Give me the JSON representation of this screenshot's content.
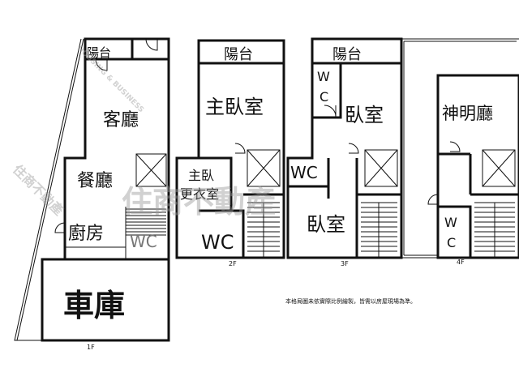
{
  "floors": [
    {
      "label": "1F",
      "rooms": {
        "balcony": "陽台",
        "living": "客廳",
        "dining": "餐廳",
        "kitchen": "廚房",
        "wc": "WC",
        "garage": "車庫"
      }
    },
    {
      "label": "2F",
      "rooms": {
        "balcony": "陽台",
        "master_bedroom": "主臥室",
        "closet_line1": "主臥",
        "closet_line2": "更衣室",
        "wc": "WC"
      }
    },
    {
      "label": "3F",
      "rooms": {
        "balcony": "陽台",
        "wc_top_w": "W",
        "wc_top_c": "C",
        "bedroom_front": "臥室",
        "wc": "WC",
        "bedroom_back": "臥室"
      }
    },
    {
      "label": "4F",
      "rooms": {
        "shrine": "神明廳",
        "wc_w": "W",
        "wc_c": "C"
      }
    }
  ],
  "note": "本格局圖未依實際比例繪製，皆需以房屋現場為準。",
  "watermark": {
    "text": "住商不動產",
    "sub": "HOUSING & BUSINESS"
  },
  "colors": {
    "wall": "#111111",
    "watermark": "#9a9a9a"
  }
}
